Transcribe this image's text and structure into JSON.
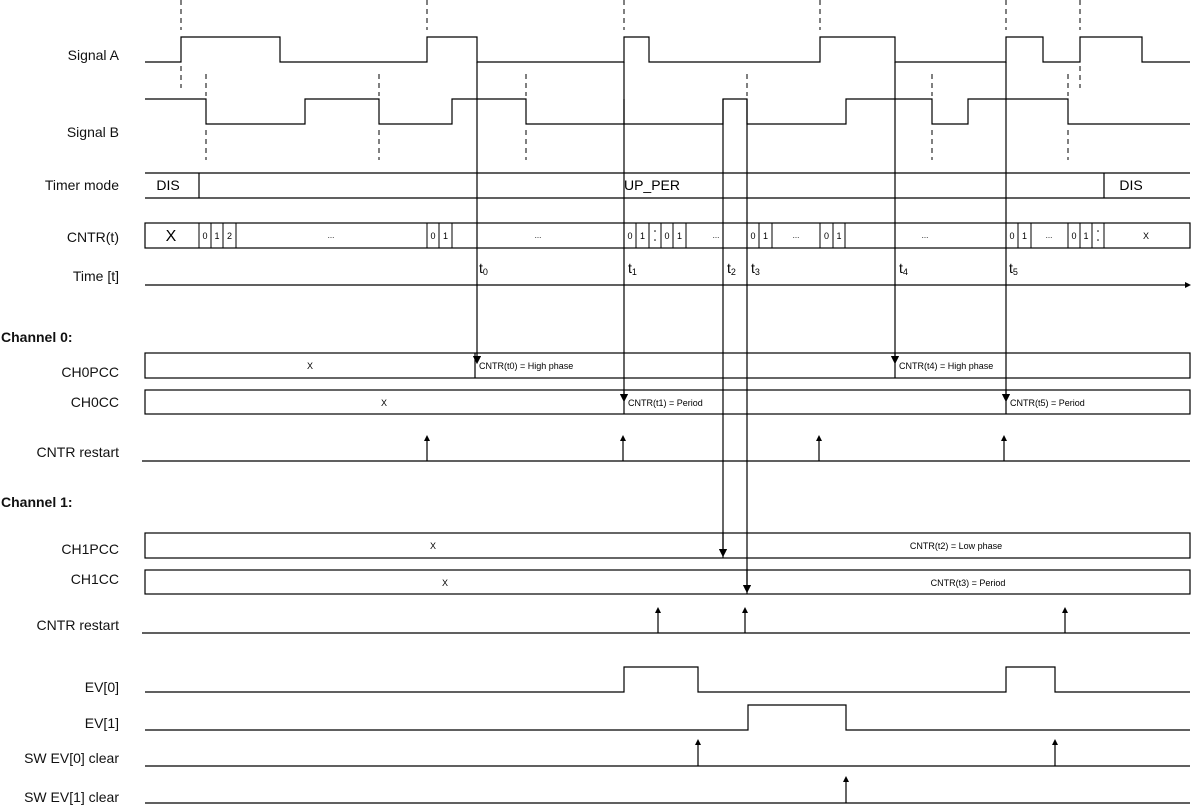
{
  "labels": {
    "signal_a": "Signal A",
    "signal_b": "Signal B",
    "timer_mode": "Timer mode",
    "cntr": "CNTR(t)",
    "time": "Time [t]",
    "ch0pcc": "CH0PCC",
    "ch0cc": "CH0CC",
    "cntr_restart_0": "CNTR  restart",
    "ch1pcc": "CH1PCC",
    "ch1cc": "CH1CC",
    "cntr_restart_1": "CNTR  restart",
    "ev0": "EV[0]",
    "ev1": "EV[1]",
    "sw_ev0": "SW EV[0] clear",
    "sw_ev1": "SW EV[1] clear"
  },
  "sections": {
    "channel0": "Channel 0:",
    "channel1": "Channel 1:"
  },
  "timer_mode": {
    "left": "DIS",
    "middle": "UP_PER",
    "right": "DIS"
  },
  "cntr": {
    "x_left": "X",
    "x_right": "X",
    "ellipsis": "...",
    "digits": [
      "0",
      "1",
      "2"
    ]
  },
  "time_markers": [
    {
      "base": "t",
      "sub": "0"
    },
    {
      "base": "t",
      "sub": "1"
    },
    {
      "base": "t",
      "sub": "2"
    },
    {
      "base": "t",
      "sub": "3"
    },
    {
      "base": "t",
      "sub": "4"
    },
    {
      "base": "t",
      "sub": "5"
    }
  ],
  "registers": {
    "ch0pcc": {
      "initial": "X",
      "v1": "CNTR(t0) = High phase",
      "v2": "CNTR(t4) = High phase"
    },
    "ch0cc": {
      "initial": "X",
      "v1": "CNTR(t1) = Period",
      "v2": "CNTR(t5) = Period"
    },
    "ch1pcc": {
      "initial": "X",
      "v1": "CNTR(t2) = Low phase"
    },
    "ch1cc": {
      "initial": "X",
      "v1": "CNTR(t3) = Period"
    }
  },
  "colors": {
    "line": "#000000",
    "background": "#ffffff"
  }
}
